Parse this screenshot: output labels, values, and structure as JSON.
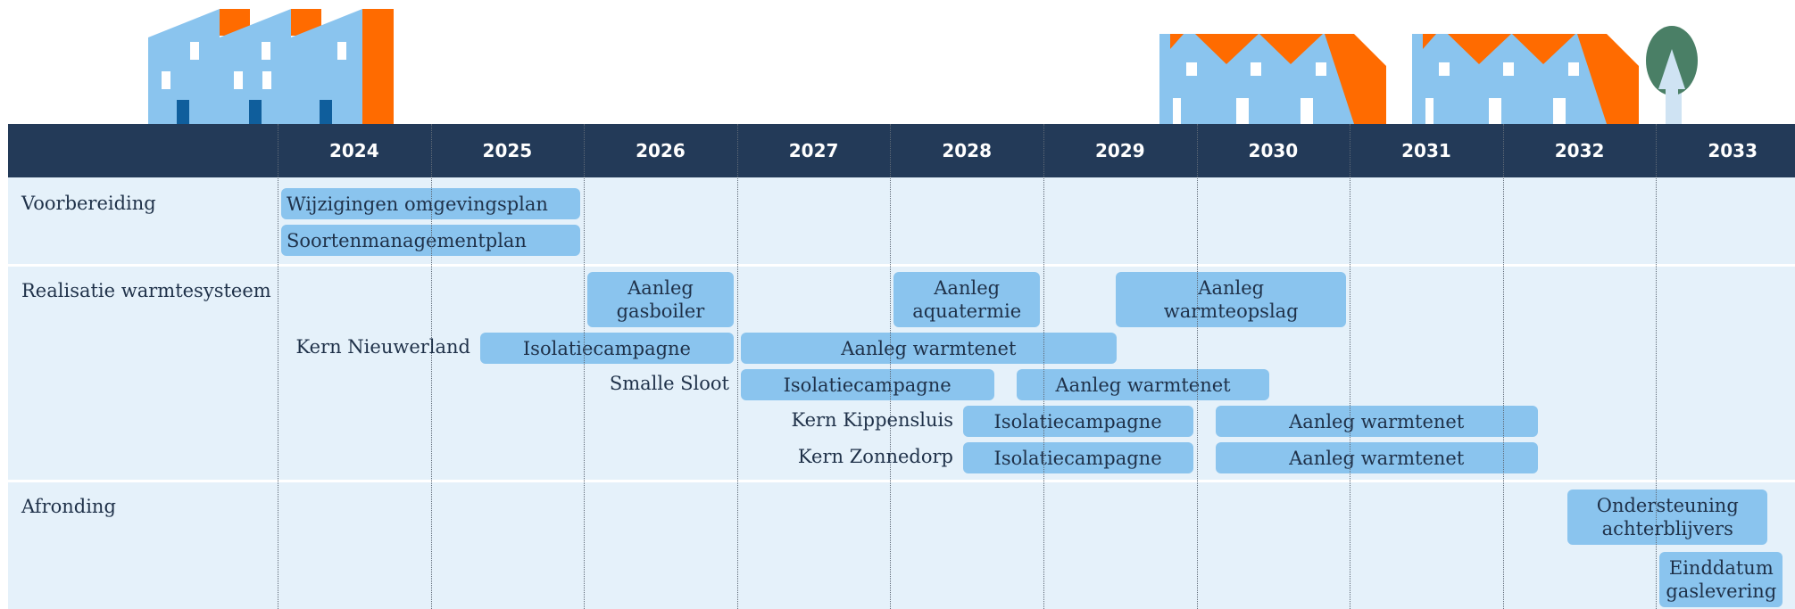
{
  "chart_data": {
    "type": "gantt",
    "years": [
      "2024",
      "2025",
      "2026",
      "2027",
      "2028",
      "2029",
      "2030",
      "2031",
      "2032",
      "2033"
    ],
    "sections": [
      {
        "label": "Voorbereiding"
      },
      {
        "label": "Realisatie warmtesysteem"
      },
      {
        "label": "Afronding"
      }
    ],
    "track_labels": [
      {
        "id": "nieuwerland",
        "text": "Kern Nieuwerland"
      },
      {
        "id": "smallesloot",
        "text": "Smalle Sloot"
      },
      {
        "id": "kippensluis",
        "text": "Kern Kippensluis"
      },
      {
        "id": "zonnedorp",
        "text": "Kern Zonnedorp"
      }
    ],
    "tasks": [
      {
        "label": "Wijzigingen omgevingsplan",
        "start": 2024.0,
        "end": 2026.0
      },
      {
        "label": "Soortenmanagementplan",
        "start": 2024.0,
        "end": 2026.0
      },
      {
        "label": "Aanleg\ngasboiler",
        "start": 2026.0,
        "end": 2027.0
      },
      {
        "label": "Aanleg\naquatermie",
        "start": 2028.0,
        "end": 2029.0
      },
      {
        "label": "Aanleg\nwarmteopslag",
        "start": 2029.45,
        "end": 2031.0
      },
      {
        "track": "Kern Nieuwerland",
        "label": "Isolatiecampagne",
        "start": 2025.3,
        "end": 2027.0
      },
      {
        "track": "Kern Nieuwerland",
        "label": "Aanleg warmtenet",
        "start": 2027.0,
        "end": 2029.5
      },
      {
        "track": "Smalle Sloot",
        "label": "Isolatiecampagne",
        "start": 2027.0,
        "end": 2028.7
      },
      {
        "track": "Smalle Sloot",
        "label": "Aanleg warmtenet",
        "start": 2028.8,
        "end": 2030.5
      },
      {
        "track": "Kern Kippensluis",
        "label": "Isolatiecampagne",
        "start": 2028.45,
        "end": 2030.0
      },
      {
        "track": "Kern Kippensluis",
        "label": "Aanleg warmtenet",
        "start": 2030.1,
        "end": 2032.25
      },
      {
        "track": "Kern Zonnedorp",
        "label": "Isolatiecampagne",
        "start": 2028.45,
        "end": 2030.0
      },
      {
        "track": "Kern Zonnedorp",
        "label": "Aanleg warmtenet",
        "start": 2030.1,
        "end": 2032.25
      },
      {
        "label": "Ondersteuning\nachterblijvers",
        "start": 2032.4,
        "end": 2033.75
      },
      {
        "label": "Einddatum\ngaslevering",
        "start": 2033.0,
        "end": 2033.85
      }
    ]
  },
  "colors": {
    "header": "#233a58",
    "body": "#e5f1fa",
    "bar": "#8ac4ee",
    "text": "#1f3149",
    "building": "#8ac4ee",
    "roof": "#ff6b00",
    "door": "#0f5e9c",
    "tree": "#4a7f66",
    "trunk": "#cfe3f3"
  },
  "icons": [
    "apartment-block-icon",
    "terraced-houses-icon",
    "tree-icon"
  ]
}
